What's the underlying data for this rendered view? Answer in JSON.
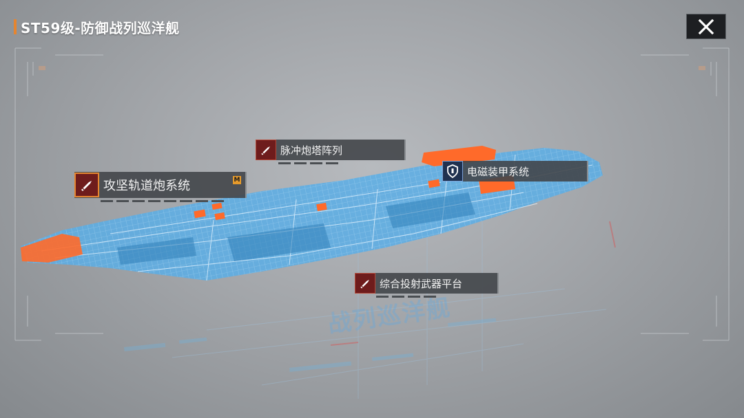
{
  "header": {
    "title": "ST59级-防御战列巡洋舰",
    "close_icon": "close-x-icon"
  },
  "ship": {
    "watermark": "战列巡洋舰"
  },
  "callouts": {
    "railgun": {
      "label": "攻坚轨道炮系统",
      "icon": "cannon-shell-icon",
      "badge": "M"
    },
    "pulse": {
      "label": "脉冲炮塔阵列",
      "icon": "cannon-shell-icon"
    },
    "armor": {
      "label": "电磁装甲系统",
      "icon": "shield-icon"
    },
    "platform": {
      "label": "综合投射武器平台",
      "icon": "cannon-shell-icon"
    }
  },
  "colors": {
    "accent": "#e6852f",
    "hologram": "#5aaee6",
    "highlight": "#ff6a2a"
  }
}
